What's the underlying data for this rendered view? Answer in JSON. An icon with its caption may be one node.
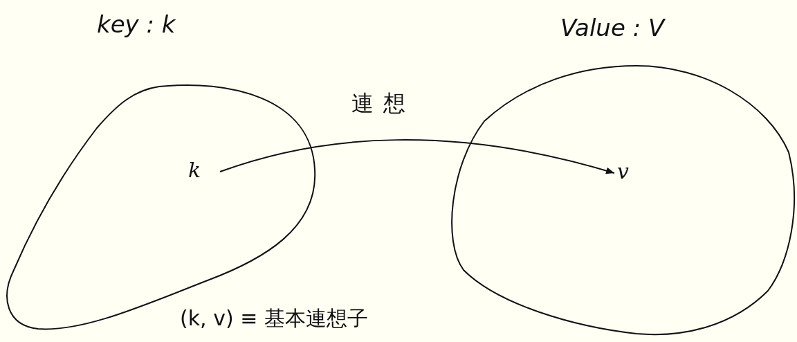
{
  "diagram": {
    "nodes": [
      {
        "text": [
          "key : k"
        ]
      },
      {
        "text": [
          "k"
        ],
        "in": 0
      },
      {
        "text": [
          "Value : V"
        ]
      },
      {
        "text": [
          "v"
        ],
        "in": 2
      }
    ],
    "edges": [
      {
        "from": 1,
        "to": 3,
        "arrow": "to",
        "label": "連想"
      }
    ],
    "labels": [
      "(k, v) ≡ 基本連想子"
    ]
  }
}
